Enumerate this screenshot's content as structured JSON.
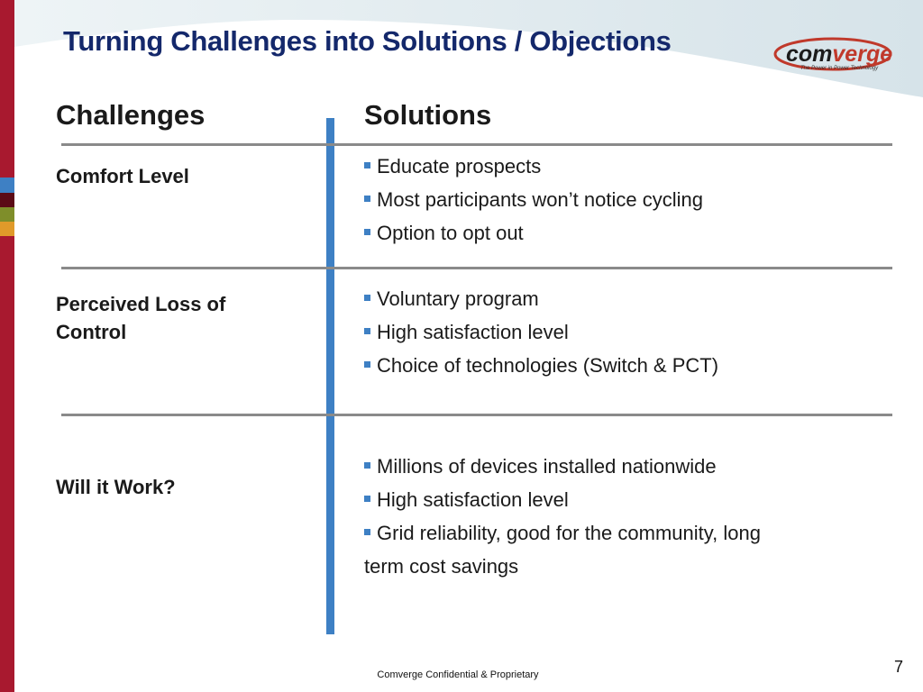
{
  "slide": {
    "title": "Turning Challenges into Solutions / Objections",
    "logo_text": "comverge",
    "logo_text_prefix": "com",
    "logo_text_suffix": "verge",
    "logo_tagline": "The Power in Power Technology",
    "colors": {
      "title": "#14286b",
      "accent_blue": "#3e80c4",
      "brand_red": "#a8192f",
      "divider": "#8a8a8a"
    }
  },
  "columns": {
    "challenges_header": "Challenges",
    "solutions_header": "Solutions"
  },
  "rows": [
    {
      "challenge_lines": [
        "Comfort Level"
      ],
      "solutions": [
        "Educate prospects",
        "Most participants won’t notice cycling",
        "Option to opt out"
      ]
    },
    {
      "challenge_lines": [
        "Perceived Loss of",
        "Control"
      ],
      "solutions": [
        "Voluntary program",
        "High satisfaction level",
        "Choice of technologies (Switch & PCT)"
      ]
    },
    {
      "challenge_lines": [
        "Will it Work?"
      ],
      "solutions": [
        "Millions of devices installed nationwide",
        "High satisfaction level"
      ],
      "solution_wrapped": {
        "line1": "Grid reliability, good for the community, long",
        "line2": "term cost savings"
      }
    }
  ],
  "footer": {
    "text": "Comverge Confidential & Proprietary",
    "page_number": "7"
  }
}
